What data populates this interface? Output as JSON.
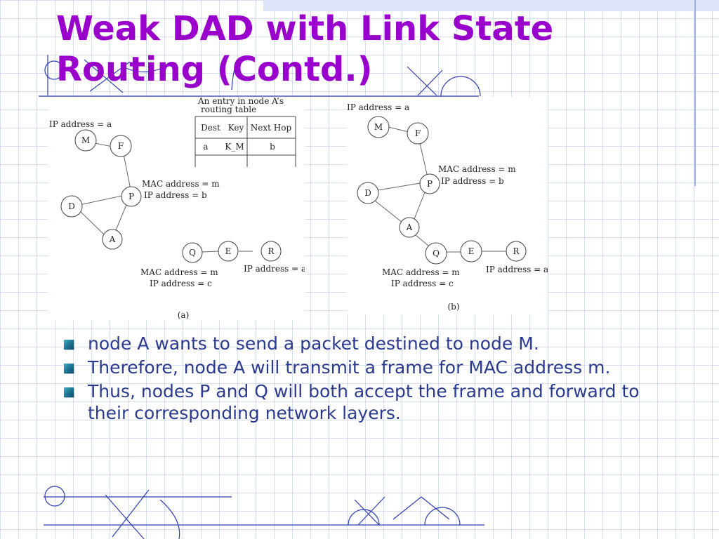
{
  "slide": {
    "title": "Weak DAD with Link State Routing (Contd.)",
    "colors": {
      "title": "#9900cc",
      "body_text": "#2a3b8f",
      "bullet": "#1d6f8f",
      "grid": "#b4c3e6"
    }
  },
  "figure_a": {
    "caption": "(a)",
    "table_title_line1": "An entry in node A’s",
    "table_title_line2": "routing table",
    "table_headers": [
      "Dest",
      "Key",
      "Next Hop"
    ],
    "table_row": [
      "a",
      "K_M",
      "b"
    ],
    "nodes": {
      "m": "M",
      "f": "F",
      "p": "P",
      "d": "D",
      "a": "A",
      "q": "Q",
      "e": "E",
      "r": "R"
    },
    "labels": {
      "ip_m": "IP address = a",
      "mac_p": "MAC address = m",
      "ip_p": "IP address = b",
      "mac_q": "MAC address = m",
      "ip_q": "IP address = c",
      "ip_r": "IP address = a"
    }
  },
  "figure_b": {
    "caption": "(b)",
    "nodes": {
      "m": "M",
      "f": "F",
      "p": "P",
      "d": "D",
      "a": "A",
      "q": "Q",
      "e": "E",
      "r": "R"
    },
    "labels": {
      "ip_m": "IP address = a",
      "mac_p": "MAC address = m",
      "ip_p": "IP address = b",
      "mac_q": "MAC address = m",
      "ip_q": "IP address = c",
      "ip_r": "IP address = a"
    }
  },
  "bullets": [
    "node A wants to send a packet destined to node M.",
    "Therefore, node A will transmit a frame for MAC address m.",
    "Thus, nodes P and Q will both accept the frame and forward to their corresponding network layers."
  ]
}
